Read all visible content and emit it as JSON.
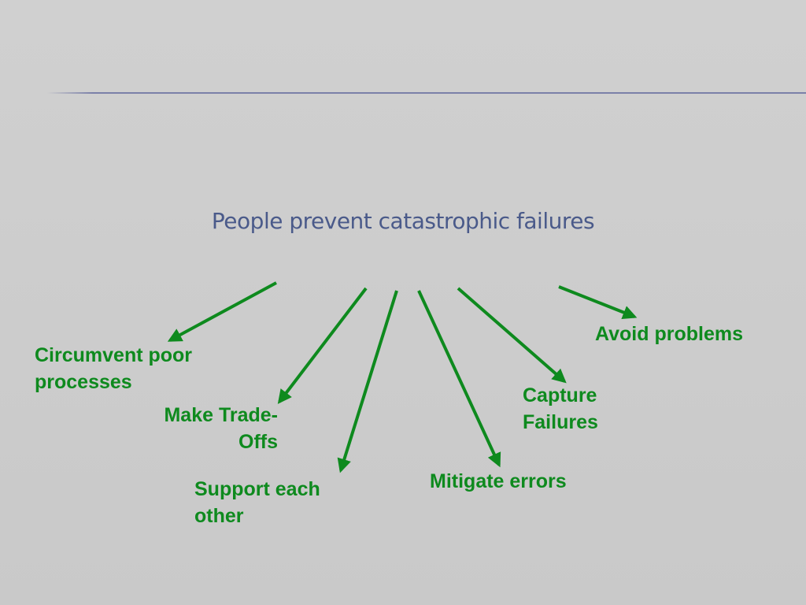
{
  "title": "People prevent catastrophic failures",
  "colors": {
    "arrow": "#0e8a1e",
    "label": "#0e8a1e",
    "title": "#4a5a8a",
    "rule": "#7b80a8"
  },
  "labels": {
    "circumvent": [
      "Circumvent poor",
      "processes"
    ],
    "tradeoffs": [
      "Make Trade-",
      "Offs"
    ],
    "support": [
      "Support each",
      "other"
    ],
    "mitigate": "Mitigate errors",
    "capture": [
      "Capture",
      "Failures"
    ],
    "avoid": "Avoid problems"
  }
}
